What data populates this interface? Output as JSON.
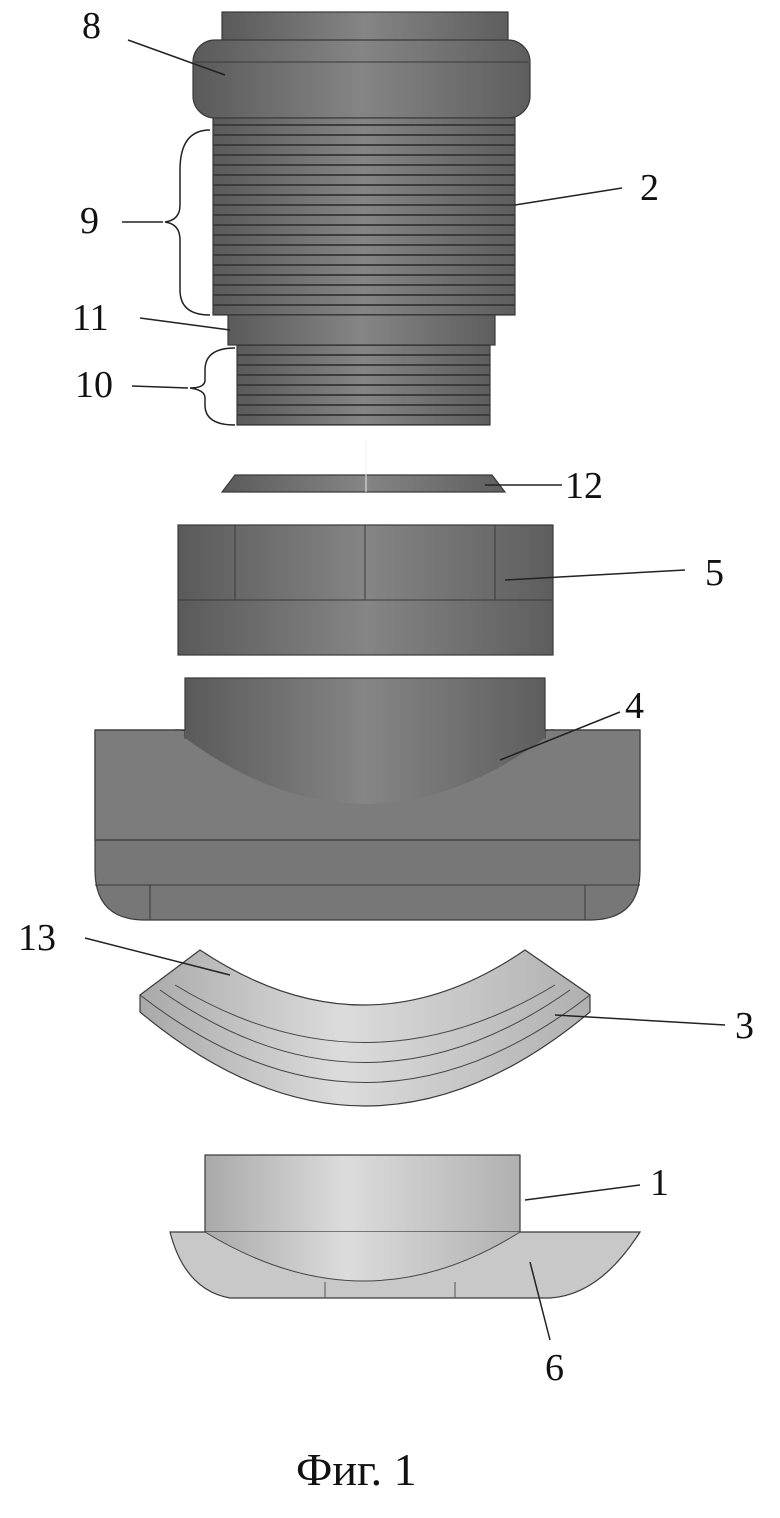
{
  "figure": {
    "caption": "Фиг. 1",
    "labels": {
      "l8": "8",
      "l9": "9",
      "l2": "2",
      "l11": "11",
      "l10": "10",
      "l12": "12",
      "l5": "5",
      "l4": "4",
      "l13": "13",
      "l3": "3",
      "l1": "1",
      "l6": "6"
    },
    "colors": {
      "dark_part": "#6e6e6e",
      "light_part": "#c4c4c4"
    }
  }
}
